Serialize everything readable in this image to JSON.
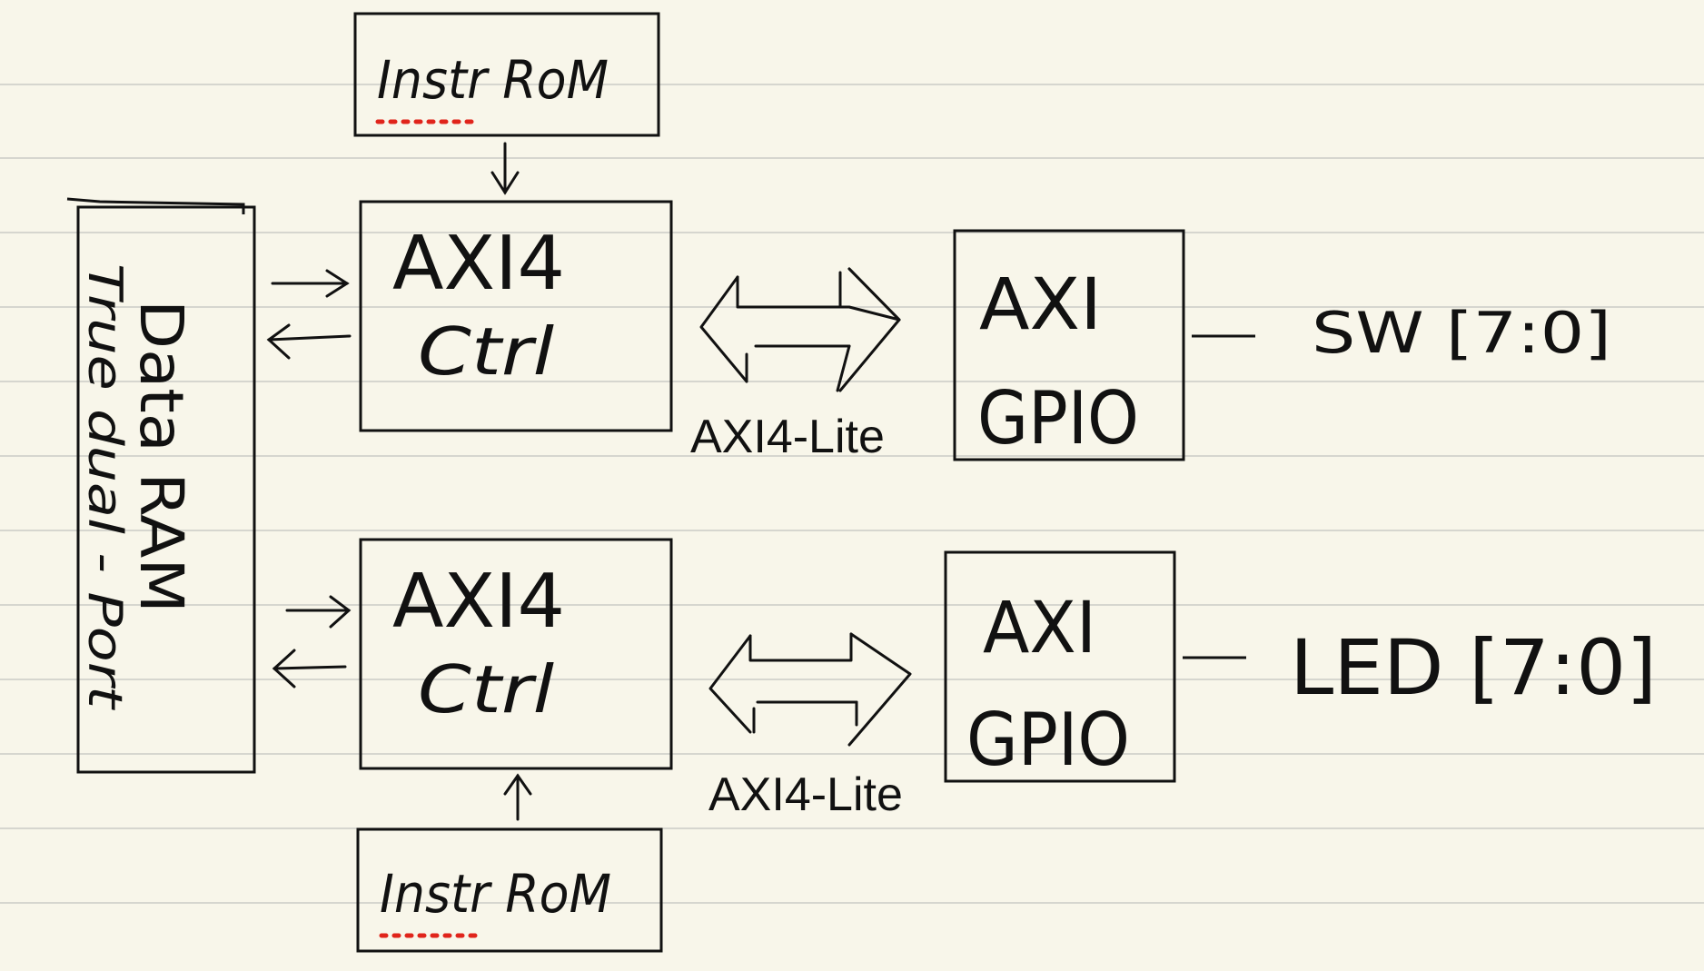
{
  "blocks": {
    "instr_rom_top": "Instr RoM",
    "instr_rom_bottom": "Instr RoM",
    "data_ram_line1": "Data RAM",
    "data_ram_line2": "True dual - Port",
    "ctrl_top_line1": "AXI4",
    "ctrl_top_line2": "Ctrl",
    "ctrl_bottom_line1": "AXI4",
    "ctrl_bottom_line2": "Ctrl",
    "gpio_top_line1": "AXI",
    "gpio_top_line2": "GPIO",
    "gpio_bottom_line1": "AXI",
    "gpio_bottom_line2": "GPIO"
  },
  "bus_labels": {
    "top": "AXI4-Lite",
    "bottom": "AXI4-Lite"
  },
  "io_labels": {
    "switch": "SW [7:0]",
    "led": "LED [7:0]"
  },
  "colors": {
    "paper": "#f8f6ea",
    "rule_line": "#d6d6cf",
    "ink": "#111111",
    "spellcheck": "#e0241b"
  }
}
